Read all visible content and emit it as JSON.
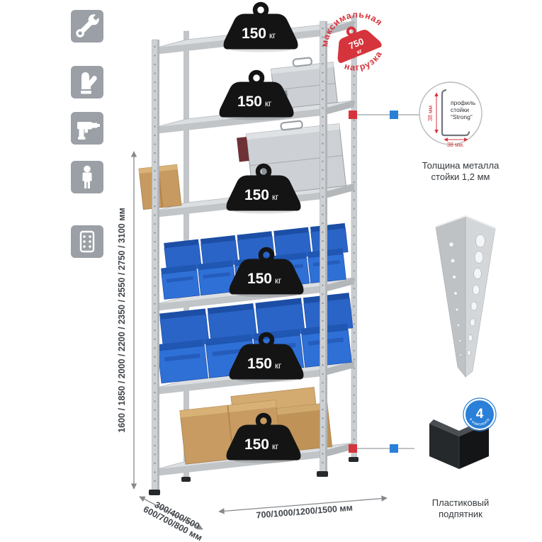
{
  "colors": {
    "accent_red": "#d6343c",
    "accent_blue": "#2a7fd8",
    "bin_blue": "#2f70d6",
    "metal_light": "#d7dadd",
    "metal_mid": "#c3c6c9",
    "cardboard": "#c79b61",
    "badge_black": "#141414",
    "tile_gray": "#9aa0a5",
    "text_dark": "#3f444a"
  },
  "stamp": {
    "arc_top": "максимальная",
    "arc_bottom": "нагрузка",
    "value": "750",
    "unit": "кг"
  },
  "shelf_weight": {
    "value": "150",
    "unit": "кг"
  },
  "dimensions": {
    "heights": "1600 / 1850 / 2000 / 2200 / 2350 / 2550 / 2750 / 3100 мм",
    "depths_line1": "300/400/500",
    "depths_line2": "600/700/800 мм",
    "widths": "700/1000/1200/1500 мм"
  },
  "profile_note": {
    "label_line1": "профиль",
    "label_line2": "стойки",
    "label_line3": "“Strong”",
    "dim_vertical": "38 мм",
    "dim_horizontal": "38 мм.",
    "caption_line1": "Толщина металла",
    "caption_line2": "стойки 1,2 мм"
  },
  "foot_note": {
    "badge_value": "4",
    "badge_text": "в комплекте",
    "caption_line1": "Пластиковый",
    "caption_line2": "подпятник"
  },
  "side_icons": [
    {
      "name": "wrench-icon"
    },
    {
      "name": "gloves-icon"
    },
    {
      "name": "drill-icon"
    },
    {
      "name": "person-icon"
    },
    {
      "name": "rack-post-icon"
    }
  ]
}
